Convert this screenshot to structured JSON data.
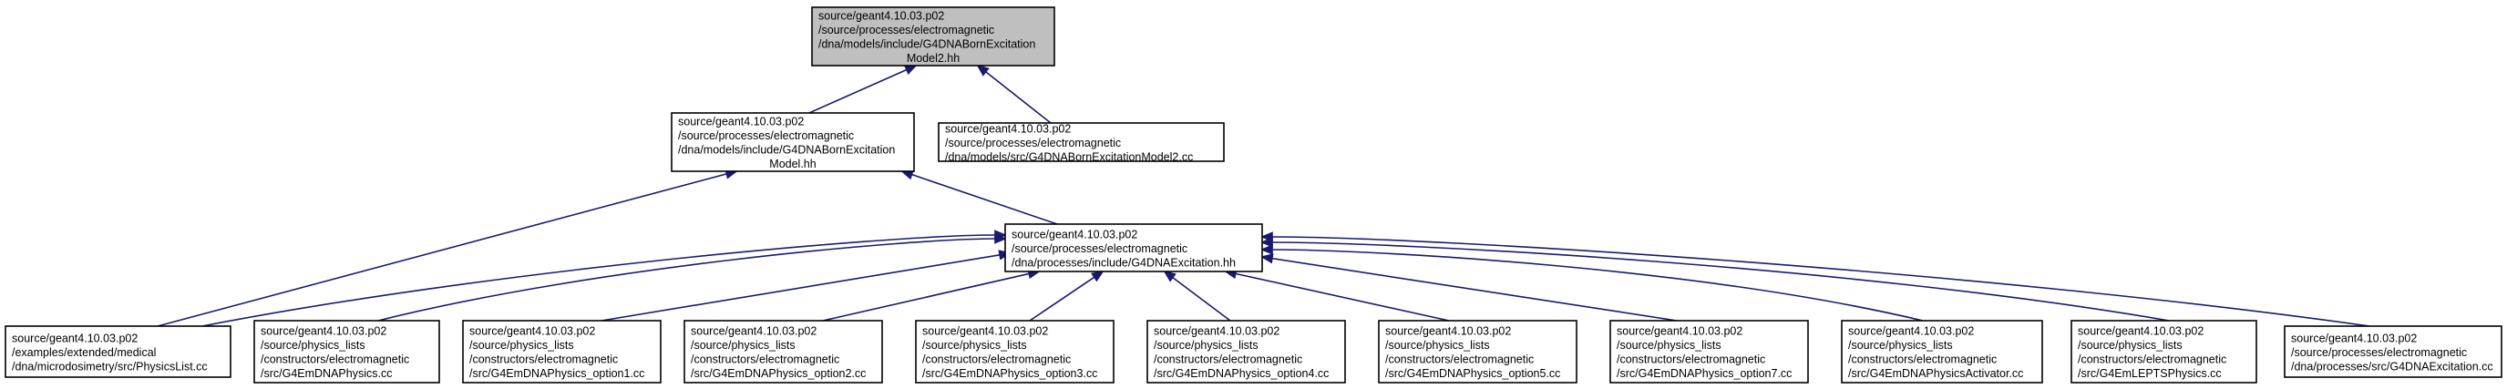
{
  "graph": {
    "colors": {
      "edge": "#191970",
      "root_fill": "#bfbfbf",
      "node_fill": "#ffffff",
      "node_border": "#000000"
    },
    "nodes": [
      {
        "id": "root",
        "lines": [
          "source/geant4.10.03.p02",
          "/source/processes/electromagnetic",
          "/dna/models/include/G4DNABornExcitation",
          "Model2.hh"
        ]
      },
      {
        "id": "bornmodel_hh",
        "lines": [
          "source/geant4.10.03.p02",
          "/source/processes/electromagnetic",
          "/dna/models/include/G4DNABornExcitation",
          "Model.hh"
        ]
      },
      {
        "id": "bornmodel2_cc",
        "lines": [
          "source/geant4.10.03.p02",
          "/source/processes/electromagnetic",
          "/dna/models/src/G4DNABornExcitationModel2.cc"
        ]
      },
      {
        "id": "excitation_hh",
        "lines": [
          "source/geant4.10.03.p02",
          "/source/processes/electromagnetic",
          "/dna/processes/include/G4DNAExcitation.hh"
        ]
      },
      {
        "id": "physicslist_cc",
        "lines": [
          "source/geant4.10.03.p02",
          "/examples/extended/medical",
          "/dna/microdosimetry/src/PhysicsList.cc"
        ]
      },
      {
        "id": "emdnaphysics_cc",
        "lines": [
          "source/geant4.10.03.p02",
          "/source/physics_lists",
          "/constructors/electromagnetic",
          "/src/G4EmDNAPhysics.cc"
        ]
      },
      {
        "id": "option1_cc",
        "lines": [
          "source/geant4.10.03.p02",
          "/source/physics_lists",
          "/constructors/electromagnetic",
          "/src/G4EmDNAPhysics_option1.cc"
        ]
      },
      {
        "id": "option2_cc",
        "lines": [
          "source/geant4.10.03.p02",
          "/source/physics_lists",
          "/constructors/electromagnetic",
          "/src/G4EmDNAPhysics_option2.cc"
        ]
      },
      {
        "id": "option3_cc",
        "lines": [
          "source/geant4.10.03.p02",
          "/source/physics_lists",
          "/constructors/electromagnetic",
          "/src/G4EmDNAPhysics_option3.cc"
        ]
      },
      {
        "id": "option4_cc",
        "lines": [
          "source/geant4.10.03.p02",
          "/source/physics_lists",
          "/constructors/electromagnetic",
          "/src/G4EmDNAPhysics_option4.cc"
        ]
      },
      {
        "id": "option5_cc",
        "lines": [
          "source/geant4.10.03.p02",
          "/source/physics_lists",
          "/constructors/electromagnetic",
          "/src/G4EmDNAPhysics_option5.cc"
        ]
      },
      {
        "id": "option7_cc",
        "lines": [
          "source/geant4.10.03.p02",
          "/source/physics_lists",
          "/constructors/electromagnetic",
          "/src/G4EmDNAPhysics_option7.cc"
        ]
      },
      {
        "id": "activator_cc",
        "lines": [
          "source/geant4.10.03.p02",
          "/source/physics_lists",
          "/constructors/electromagnetic",
          "/src/G4EmDNAPhysicsActivator.cc"
        ]
      },
      {
        "id": "lepts_cc",
        "lines": [
          "source/geant4.10.03.p02",
          "/source/physics_lists",
          "/constructors/electromagnetic",
          "/src/G4EmLEPTSPhysics.cc"
        ]
      },
      {
        "id": "excitation_cc",
        "lines": [
          "source/geant4.10.03.p02",
          "/source/processes/electromagnetic",
          "/dna/processes/src/G4DNAExcitation.cc"
        ]
      }
    ],
    "edges": [
      {
        "from": "bornmodel_hh",
        "to": "root"
      },
      {
        "from": "bornmodel2_cc",
        "to": "root"
      },
      {
        "from": "physicslist_cc",
        "to": "bornmodel_hh"
      },
      {
        "from": "excitation_hh",
        "to": "bornmodel_hh"
      },
      {
        "from": "physicslist_cc",
        "to": "excitation_hh"
      },
      {
        "from": "emdnaphysics_cc",
        "to": "excitation_hh"
      },
      {
        "from": "option1_cc",
        "to": "excitation_hh"
      },
      {
        "from": "option2_cc",
        "to": "excitation_hh"
      },
      {
        "from": "option3_cc",
        "to": "excitation_hh"
      },
      {
        "from": "option4_cc",
        "to": "excitation_hh"
      },
      {
        "from": "option5_cc",
        "to": "excitation_hh"
      },
      {
        "from": "option7_cc",
        "to": "excitation_hh"
      },
      {
        "from": "activator_cc",
        "to": "excitation_hh"
      },
      {
        "from": "lepts_cc",
        "to": "excitation_hh"
      },
      {
        "from": "excitation_cc",
        "to": "excitation_hh"
      }
    ]
  }
}
